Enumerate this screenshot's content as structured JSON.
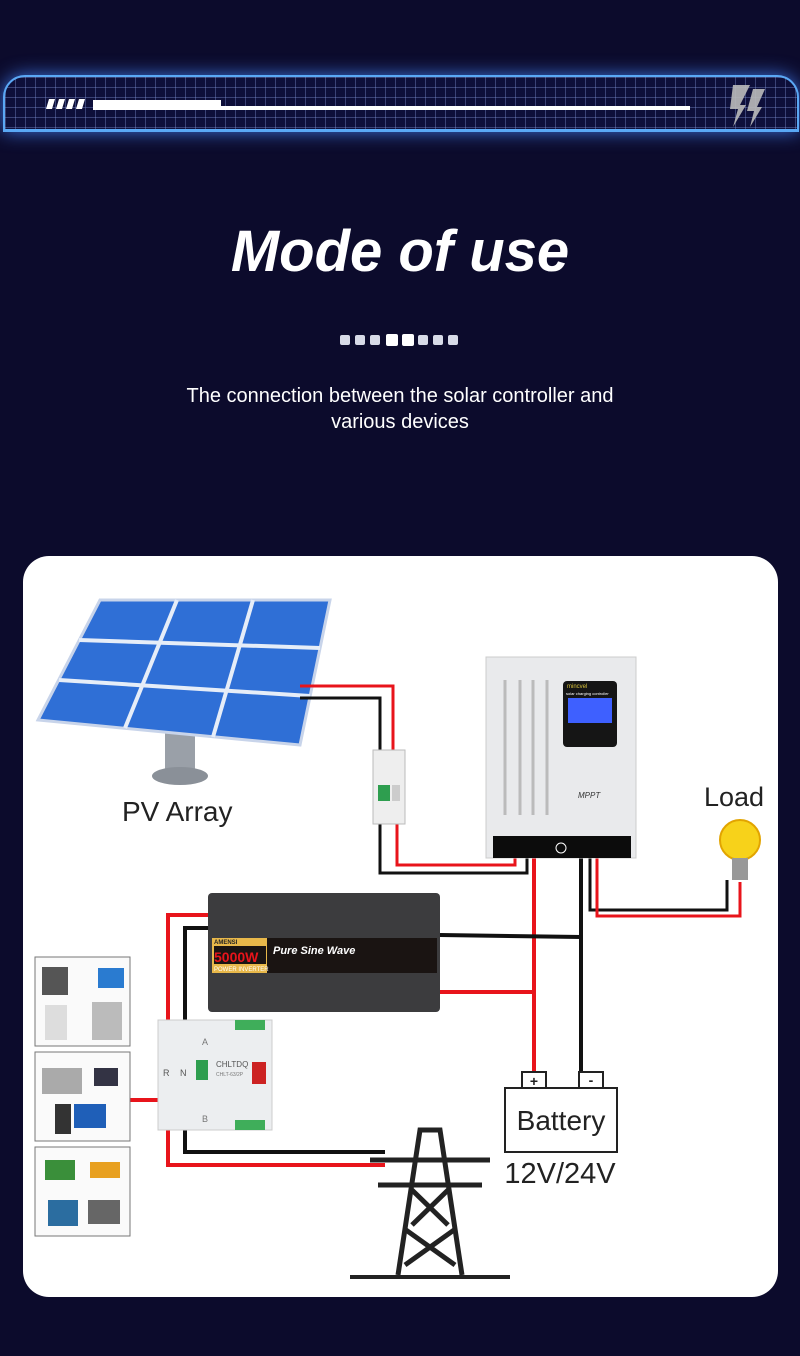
{
  "header": {
    "decor_icon": "lightning-bolt-icon",
    "accent": "#5aa8f5"
  },
  "title": "Mode of use",
  "subtitle_line1": "The connection between the solar controller and",
  "subtitle_line2": "various devices",
  "diagram": {
    "pv_label": "PV Array",
    "load_label": "Load",
    "battery_label": "Battery",
    "battery_voltage": "12V/24V",
    "battery_plus": "+",
    "battery_minus": "-",
    "controller": {
      "brand": "mincvel",
      "subtitle": "solar charging controller",
      "model": "MPPT"
    },
    "inverter": {
      "brand": "AMENSI",
      "power": "5000W",
      "title": "Pure Sine Wave",
      "type": "POWER INVERTER"
    },
    "switch": {
      "brand": "CHLTDQ",
      "model": "CHLT-63/2P",
      "a": "A",
      "b": "B",
      "r": "R",
      "n": "N"
    },
    "wire_colors": {
      "positive": "#e8141b",
      "negative": "#111111"
    }
  }
}
